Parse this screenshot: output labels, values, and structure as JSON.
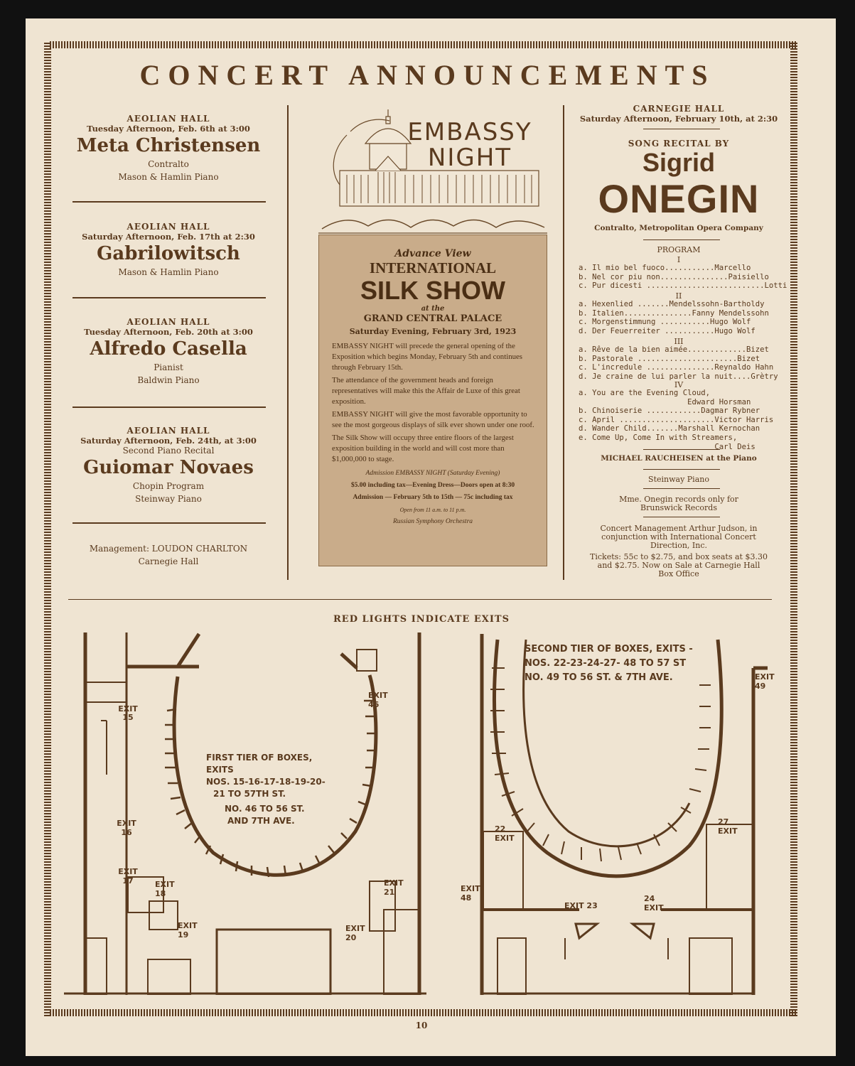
{
  "heading": "CONCERT ANNOUNCEMENTS",
  "left_column": {
    "concerts": [
      {
        "hall": "AEOLIAN HALL",
        "when": "Tuesday Afternoon, Feb. 6th at 3:00",
        "extra": "",
        "artist": "Meta Christensen",
        "line1": "Contralto",
        "line2": "Mason & Hamlin Piano"
      },
      {
        "hall": "AEOLIAN HALL",
        "when": "Saturday Afternoon, Feb. 17th at 2:30",
        "extra": "",
        "artist": "Gabrilowitsch",
        "line1": "Mason & Hamlin Piano",
        "line2": ""
      },
      {
        "hall": "AEOLIAN HALL",
        "when": "Tuesday Afternoon, Feb. 20th at 3:00",
        "extra": "",
        "artist": "Alfredo Casella",
        "line1": "Pianist",
        "line2": "Baldwin Piano"
      },
      {
        "hall": "AEOLIAN HALL",
        "when": "Saturday Afternoon, Feb. 24th, at 3:00",
        "extra": "Second Piano Recital",
        "artist": "Guiomar Novaes",
        "line1": "Chopin Program",
        "line2": "Steinway Piano"
      }
    ],
    "management": "Management:  LOUDON CHARLTON",
    "management_place": "Carnegie Hall"
  },
  "ad": {
    "title1": "EMBASSY",
    "title2": "NIGHT",
    "advance": "Advance View",
    "international": "INTERNATIONAL",
    "silk": "SILK SHOW",
    "at": "at the",
    "palace": "GRAND CENTRAL PALACE",
    "date": "Saturday Evening, February 3rd, 1923",
    "p1": "EMBASSY NIGHT will precede the general opening of the Exposition which begins Monday, February 5th and continues through February 15th.",
    "p2": "The attendance of the government heads and foreign representatives will make this the Affair de Luxe of this great exposition.",
    "p3": "EMBASSY NIGHT will give the most favorable opportunity to see the most gorgeous displays of silk ever shown under one roof.",
    "p4": "The Silk Show will occupy three entire floors of the largest exposition building in the world and will cost more than $1,000,000 to stage.",
    "adm1": "Admission EMBASSY NIGHT (Saturday Evening)",
    "adm2": "$5.00 including tax—Evening Dress—Doors open at 8:30",
    "adm3": "Admission — February 5th to 15th — 75c including tax",
    "adm4": "Open from 11 a.m. to 11 p.m.",
    "adm5": "Russian Symphony Orchestra"
  },
  "right_column": {
    "hall": "CARNEGIE HALL",
    "when": "Saturday Afternoon, February 10th, at 2:30",
    "song": "SONG RECITAL BY",
    "first": "Sigrid",
    "last": "ONEGIN",
    "desc": "Contralto, Metropolitan Opera Company",
    "program": "PROGRAM",
    "groups": [
      {
        "num": "I",
        "lines": [
          "a. Il mio bel fuoco...........Marcello",
          "b. Nel cor piu non...............Paisiello",
          "c. Pur dicesti ..........................Lotti"
        ]
      },
      {
        "num": "II",
        "lines": [
          "a. Hexenlied .......Mendelssohn-Bartholdy",
          "b. Italien...............Fanny Mendelssohn",
          "c. Morgenstimmung ...........Hugo Wolf",
          "d. Der Feuerreiter ...........Hugo Wolf"
        ]
      },
      {
        "num": "III",
        "lines": [
          "a. Rêve de la bien aimée.............Bizet",
          "b. Pastorale ......................Bizet",
          "c. L'incredule ...............Reynaldo Hahn",
          "d. Je craine de lui parler la nuit....Grètry"
        ]
      },
      {
        "num": "IV",
        "lines": [
          "a. You are the Evening Cloud,",
          "                        Edward Horsman",
          "b. Chinoiserie ............Dagmar Rybner",
          "c. April .....................Victor Harris",
          "d. Wander Child.......Marshall Kernochan",
          "e. Come Up, Come In with Streamers,",
          "                              Carl Deis"
        ]
      }
    ],
    "accompanist": "MICHAEL RAUCHEISEN at the Piano",
    "piano": "Steinway Piano",
    "records1": "Mme. Onegin records only for",
    "records2": "Brunswick Records",
    "mgmt1": "Concert Management Arthur Judson, in",
    "mgmt2": "conjunction with International Concert",
    "mgmt3": "Direction, Inc.",
    "tickets1": "Tickets: 55c to $2.75, and box seats at $3.30",
    "tickets2": "and $2.75.  Now on Sale at Carnegie Hall",
    "tickets3": "Box Office"
  },
  "exits_title": "RED LIGHTS INDICATE EXITS",
  "plan_first": {
    "note1": "FIRST TIER OF BOXES, EXITS",
    "note2": "NOS. 15-16-17-18-19-20-",
    "note3": "21 TO 57TH ST.",
    "note4": "NO. 46 TO 56 ST.",
    "note5": "AND 7TH AVE.",
    "exits": [
      "EXIT 15",
      "EXIT 16",
      "EXIT 17",
      "EXIT 18",
      "EXIT 19",
      "EXIT 20",
      "EXIT 21",
      "EXIT 46"
    ]
  },
  "plan_second": {
    "note1": "SECOND TIER OF BOXES, EXITS -",
    "note2": "NOS. 22-23-24-27- 48 TO 57 ST",
    "note3": "NO. 49 TO 56 ST. & 7TH AVE.",
    "exits": [
      "EXIT 49",
      "22 EXIT",
      "27 EXIT",
      "EXIT 48",
      "EXIT 23",
      "24 EXIT"
    ]
  },
  "page_number": "10"
}
